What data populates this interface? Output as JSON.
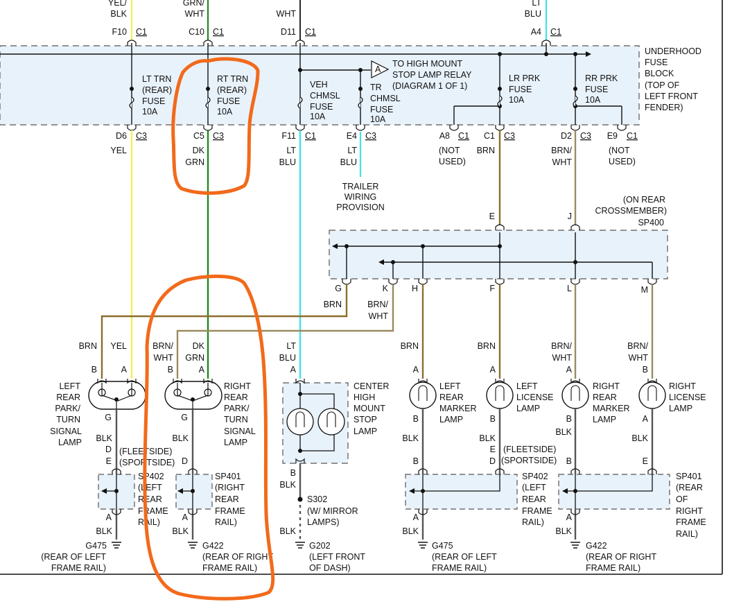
{
  "fuse_block": {
    "label": [
      "UNDERHOOD",
      "FUSE",
      "BLOCK",
      "(TOP OF",
      "LEFT FRONT",
      "FENDER)"
    ],
    "inputs": [
      {
        "wire": [
          "YEL/",
          "BLK"
        ],
        "pin": "F10",
        "conn": "C1"
      },
      {
        "wire": [
          "GRN/",
          "WHT"
        ],
        "pin": "C10",
        "conn": "C1"
      },
      {
        "wire": [
          "WHT"
        ],
        "pin": "D11",
        "conn": "C1"
      },
      {
        "wire": [
          "LT",
          "BLU"
        ],
        "pin": "A4",
        "conn": "C1"
      }
    ],
    "fuses": [
      [
        "LT TRN",
        "(REAR)",
        "FUSE",
        "10A"
      ],
      [
        "RT TRN",
        "(REAR)",
        "FUSE",
        "10A"
      ],
      [
        "VEH",
        "CHMSL",
        "FUSE",
        "10A"
      ],
      [
        "TR",
        "CHMSL",
        "FUSE",
        "10A"
      ],
      [
        "LR PRK",
        "FUSE",
        "10A"
      ],
      [
        "RR PRK",
        "FUSE",
        "10A"
      ]
    ],
    "relay_ref": {
      "letter": "A",
      "text": [
        "TO HIGH MOUNT",
        "STOP LAMP RELAY",
        "(DIAGRAM 1 OF 1)"
      ]
    },
    "outputs": [
      {
        "pin": "D6",
        "conn": "C3",
        "wire": [
          "YEL"
        ]
      },
      {
        "pin": "C5",
        "conn": "C3",
        "wire": [
          "DK",
          "GRN"
        ]
      },
      {
        "pin": "F11",
        "conn": "C1",
        "wire": [
          "LT",
          "BLU"
        ]
      },
      {
        "pin": "E4",
        "conn": "C3",
        "wire": [
          "LT",
          "BLU"
        ]
      },
      {
        "pin": "A8",
        "conn": "C1",
        "wire": [
          "(NOT",
          "USED)"
        ]
      },
      {
        "pin": "C1",
        "conn": "C3",
        "wire": [
          "BRN"
        ]
      },
      {
        "pin": "D2",
        "conn": "C3",
        "wire": [
          "BRN/",
          "WHT"
        ]
      },
      {
        "pin": "E9",
        "conn": "C1",
        "wire": [
          "(NOT",
          "USED)"
        ]
      }
    ],
    "trailer_note": [
      "TRAILER",
      "WIRING",
      "PROVISION"
    ]
  },
  "sp400": {
    "label": [
      "(ON REAR",
      "CROSSMEMBER)",
      "SP400"
    ],
    "top_pins": [
      "E",
      "J"
    ],
    "bottom_pins": [
      "G",
      "K",
      "H",
      "F",
      "L",
      "M"
    ]
  },
  "lamps": [
    {
      "name": [
        "LEFT",
        "REAR",
        "PARK/",
        "TURN",
        "SIGNAL",
        "LAMP"
      ],
      "wires": [
        [
          "BRN"
        ],
        [
          "YEL"
        ]
      ],
      "pins": [
        "B",
        "A"
      ],
      "ground_pin": "G"
    },
    {
      "name": [
        "RIGHT",
        "REAR",
        "PARK/",
        "TURN",
        "SIGNAL",
        "LAMP"
      ],
      "wires": [
        [
          "BRN/",
          "WHT"
        ],
        [
          "DK",
          "GRN"
        ]
      ],
      "pins": [
        "B",
        "A"
      ],
      "ground_pin": "G"
    },
    {
      "name": [
        "CENTER",
        "HIGH",
        "MOUNT",
        "STOP",
        "LAMP"
      ],
      "wires": [
        [
          "LT",
          "BLU"
        ]
      ],
      "pins": [
        "A"
      ],
      "ground_pin": "B"
    },
    {
      "name": [
        "LEFT",
        "REAR",
        "MARKER",
        "LAMP"
      ],
      "wires": [
        [
          "BRN"
        ]
      ],
      "pins": [
        "A"
      ],
      "ground_pin": "B"
    },
    {
      "name": [
        "LEFT",
        "LICENSE",
        "LAMP"
      ],
      "wires": [
        [
          "BRN"
        ]
      ],
      "pins": [
        "A"
      ],
      "ground_pin": "B"
    },
    {
      "name": [
        "RIGHT",
        "REAR",
        "MARKER",
        "LAMP"
      ],
      "wires": [
        [
          "BRN/",
          "WHT"
        ]
      ],
      "pins": [
        "A"
      ],
      "ground_pin": "B"
    },
    {
      "name": [
        "RIGHT",
        "LICENSE",
        "LAMP"
      ],
      "wires": [
        [
          "BRN/",
          "WHT"
        ]
      ],
      "pins": [
        "B"
      ],
      "ground_pin": "A"
    }
  ],
  "splices": {
    "sp402_left": {
      "label": [
        "SP402",
        "(LEFT",
        "REAR",
        "FRAME",
        "RAIL)"
      ],
      "top_pins": [
        "D",
        "E"
      ],
      "bottom_pin": "A",
      "side_notes": [
        "(FLEETSIDE)",
        "(SPORTSIDE)"
      ]
    },
    "sp401_left": {
      "label": [
        "SP401",
        "(RIGHT",
        "REAR",
        "FRAME",
        "RAIL)"
      ],
      "top_pin": "D",
      "bottom_pin": "A"
    },
    "sp402_right": {
      "label": [
        "SP402",
        "(LEFT",
        "REAR",
        "FRAME",
        "RAIL)"
      ],
      "top_pins": [
        "B",
        "E",
        "D"
      ],
      "bottom_pin": "A",
      "side_notes": [
        "(FLEETSIDE)",
        "(SPORTSIDE)"
      ]
    },
    "sp401_right": {
      "label": [
        "SP401",
        "(REAR",
        "OF",
        "RIGHT",
        "FRAME",
        "RAIL)"
      ],
      "top_pins": [
        "B",
        "E"
      ],
      "bottom_pin": "A"
    }
  },
  "s302": {
    "label": [
      "S302",
      "(W/ MIRROR",
      "LAMPS)"
    ]
  },
  "wire_blk": "BLK",
  "grounds": [
    {
      "id": "G475",
      "text": [
        "(REAR OF LEFT",
        "FRAME RAIL)"
      ]
    },
    {
      "id": "G422",
      "text": [
        "(REAR OF RIGHT",
        "FRAME RAIL)"
      ]
    },
    {
      "id": "G202",
      "text": [
        "(LEFT FRONT",
        "OF DASH)"
      ]
    },
    {
      "id": "G475",
      "text": [
        "(REAR OF LEFT",
        "FRAME RAIL)"
      ]
    },
    {
      "id": "G422",
      "text": [
        "(REAR OF RIGHT",
        "FRAME RAIL)"
      ]
    }
  ],
  "colors": {
    "yel": "#f7ef5a",
    "grn": "#208a20",
    "ltblu": "#3fe3e8",
    "brn": "#8c6d2c",
    "brnwht": "#9a8a60",
    "blk": "#555555",
    "box_fill": "#e8f2fb",
    "annotation": "#f26a1b"
  }
}
